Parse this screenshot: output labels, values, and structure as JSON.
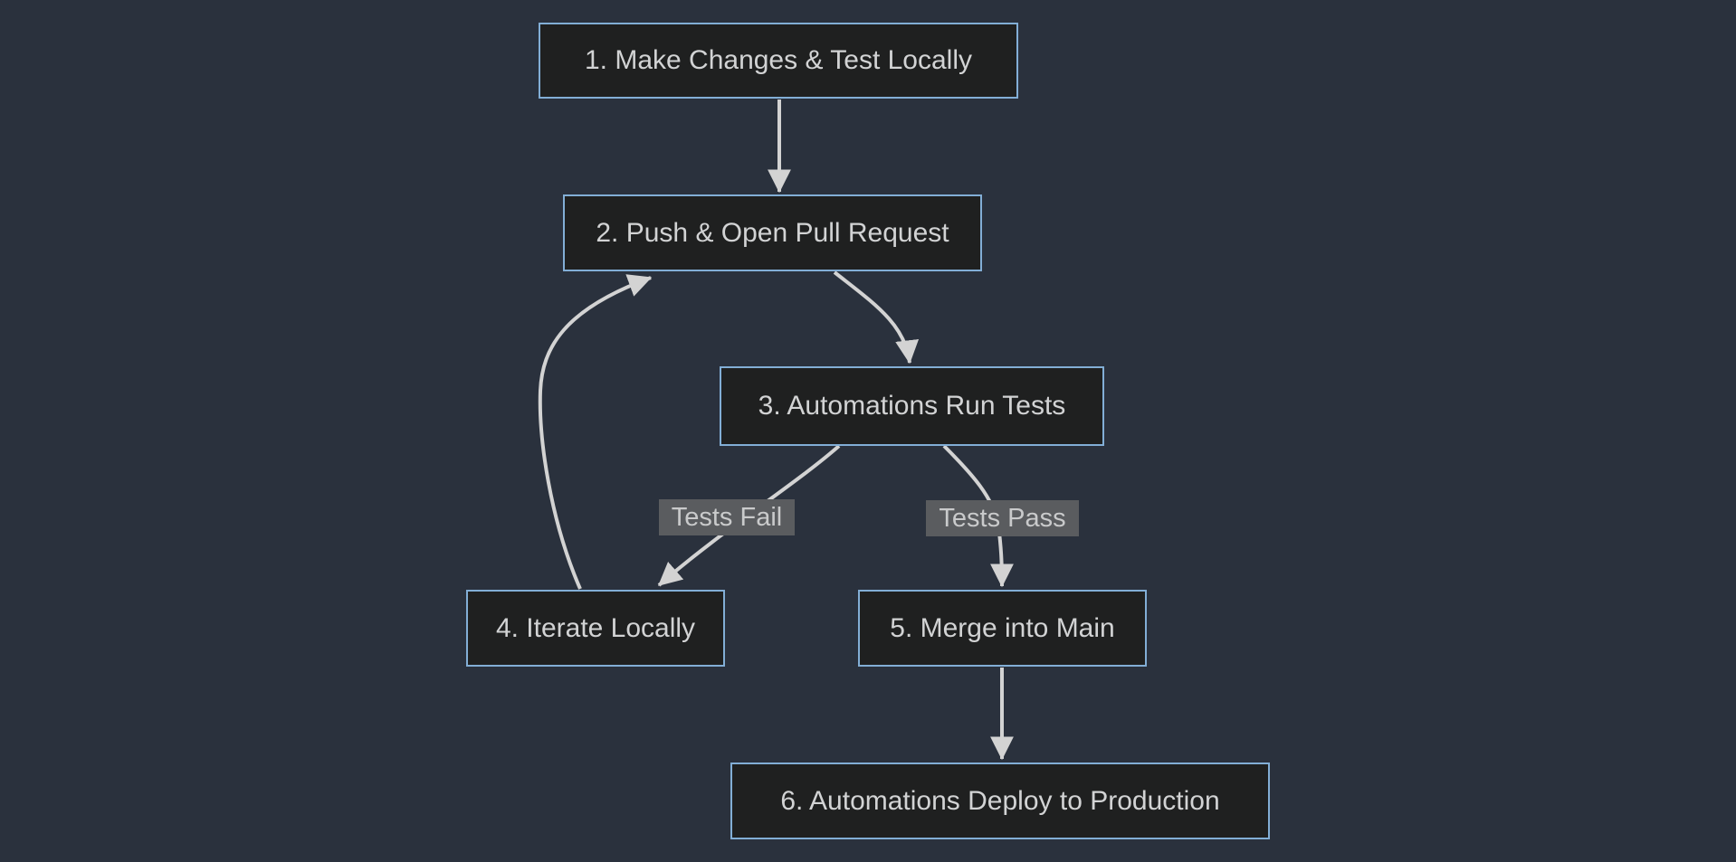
{
  "diagram": {
    "type": "flowchart",
    "direction": "top-down",
    "nodes": [
      {
        "id": "step1",
        "label": "1. Make Changes & Test Locally"
      },
      {
        "id": "step2",
        "label": "2. Push & Open Pull Request"
      },
      {
        "id": "step3",
        "label": "3. Automations Run Tests"
      },
      {
        "id": "step4",
        "label": "4. Iterate Locally"
      },
      {
        "id": "step5",
        "label": "5. Merge into Main"
      },
      {
        "id": "step6",
        "label": "6. Automations Deploy to Production"
      }
    ],
    "edges": [
      {
        "from": "step1",
        "to": "step2",
        "label": ""
      },
      {
        "from": "step2",
        "to": "step3",
        "label": ""
      },
      {
        "from": "step3",
        "to": "step4",
        "label": "Tests Fail"
      },
      {
        "from": "step3",
        "to": "step5",
        "label": "Tests Pass"
      },
      {
        "from": "step4",
        "to": "step2",
        "label": ""
      },
      {
        "from": "step5",
        "to": "step6",
        "label": ""
      }
    ],
    "colors": {
      "background": "#2a313d",
      "node_fill": "#1f2020",
      "node_border": "#82aed6",
      "node_text": "#d2d3d4",
      "edge_line": "#d3d3d3",
      "arrowhead": "#d3d3d3",
      "edge_label_bg": "#5a5c5f",
      "edge_label_text": "#c9cacb"
    }
  }
}
